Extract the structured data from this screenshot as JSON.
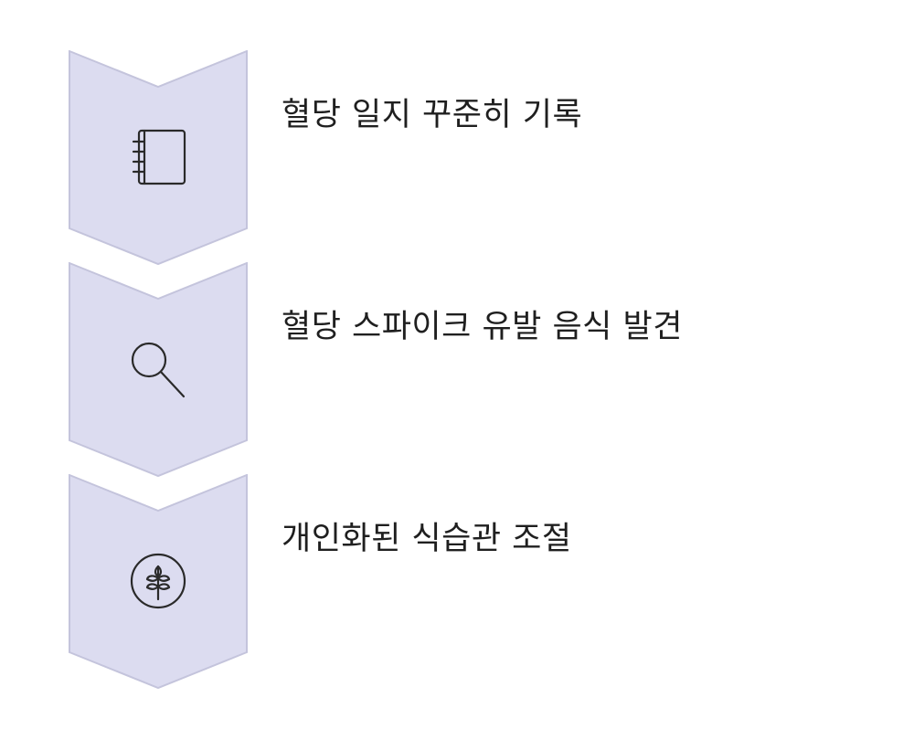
{
  "colors": {
    "chevron_fill": "#dcdcf0",
    "chevron_stroke": "#c4c4dc",
    "icon_stroke": "#2a2a2a",
    "text": "#1f1f1f"
  },
  "steps": [
    {
      "label": "혈당 일지 꾸준히 기록",
      "icon": "notebook-icon"
    },
    {
      "label": "혈당 스파이크 유발 음식 발견",
      "icon": "search-icon"
    },
    {
      "label": "개인화된 식습관 조절",
      "icon": "wheat-icon"
    }
  ]
}
